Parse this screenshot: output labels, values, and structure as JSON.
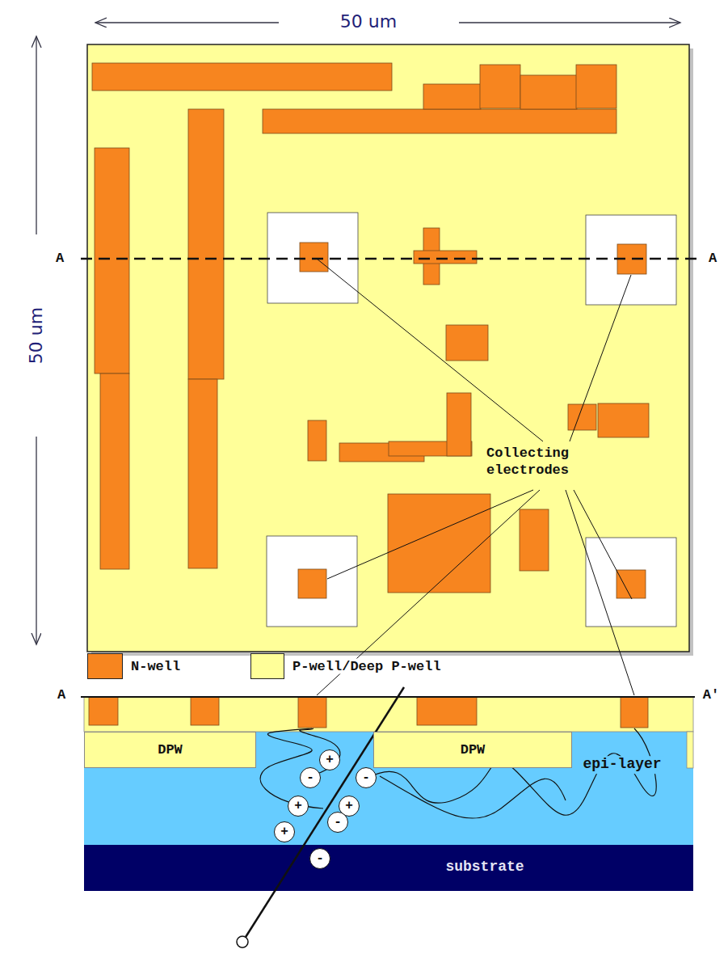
{
  "diagram": {
    "nodes": [
      {
        "text": [
          "DPW"
        ]
      },
      {
        "text": [
          "DPW"
        ]
      },
      {
        "text": [
          "epi-layer"
        ]
      },
      {
        "text": [
          "substrate"
        ]
      },
      {
        "text": [
          "+"
        ],
        "in": 2
      },
      {
        "text": [
          "-"
        ],
        "in": 2
      },
      {
        "text": [
          "-"
        ],
        "in": 2
      },
      {
        "text": [
          "+"
        ],
        "in": 2
      },
      {
        "text": [
          "+"
        ],
        "in": 2
      },
      {
        "text": [
          "-"
        ],
        "in": 2
      },
      {
        "text": [
          "+"
        ],
        "in": 2
      },
      {
        "text": [
          "-"
        ],
        "in": 3
      }
    ],
    "labels": [
      "50 um",
      "50 um",
      "A",
      "A",
      "Collecting electrodes",
      "A",
      "A'"
    ],
    "legend": [
      {
        "text": "N-well",
        "color": "#f7851f"
      },
      {
        "text": "P-well/Deep P-well",
        "color": "#ffff99"
      }
    ]
  }
}
